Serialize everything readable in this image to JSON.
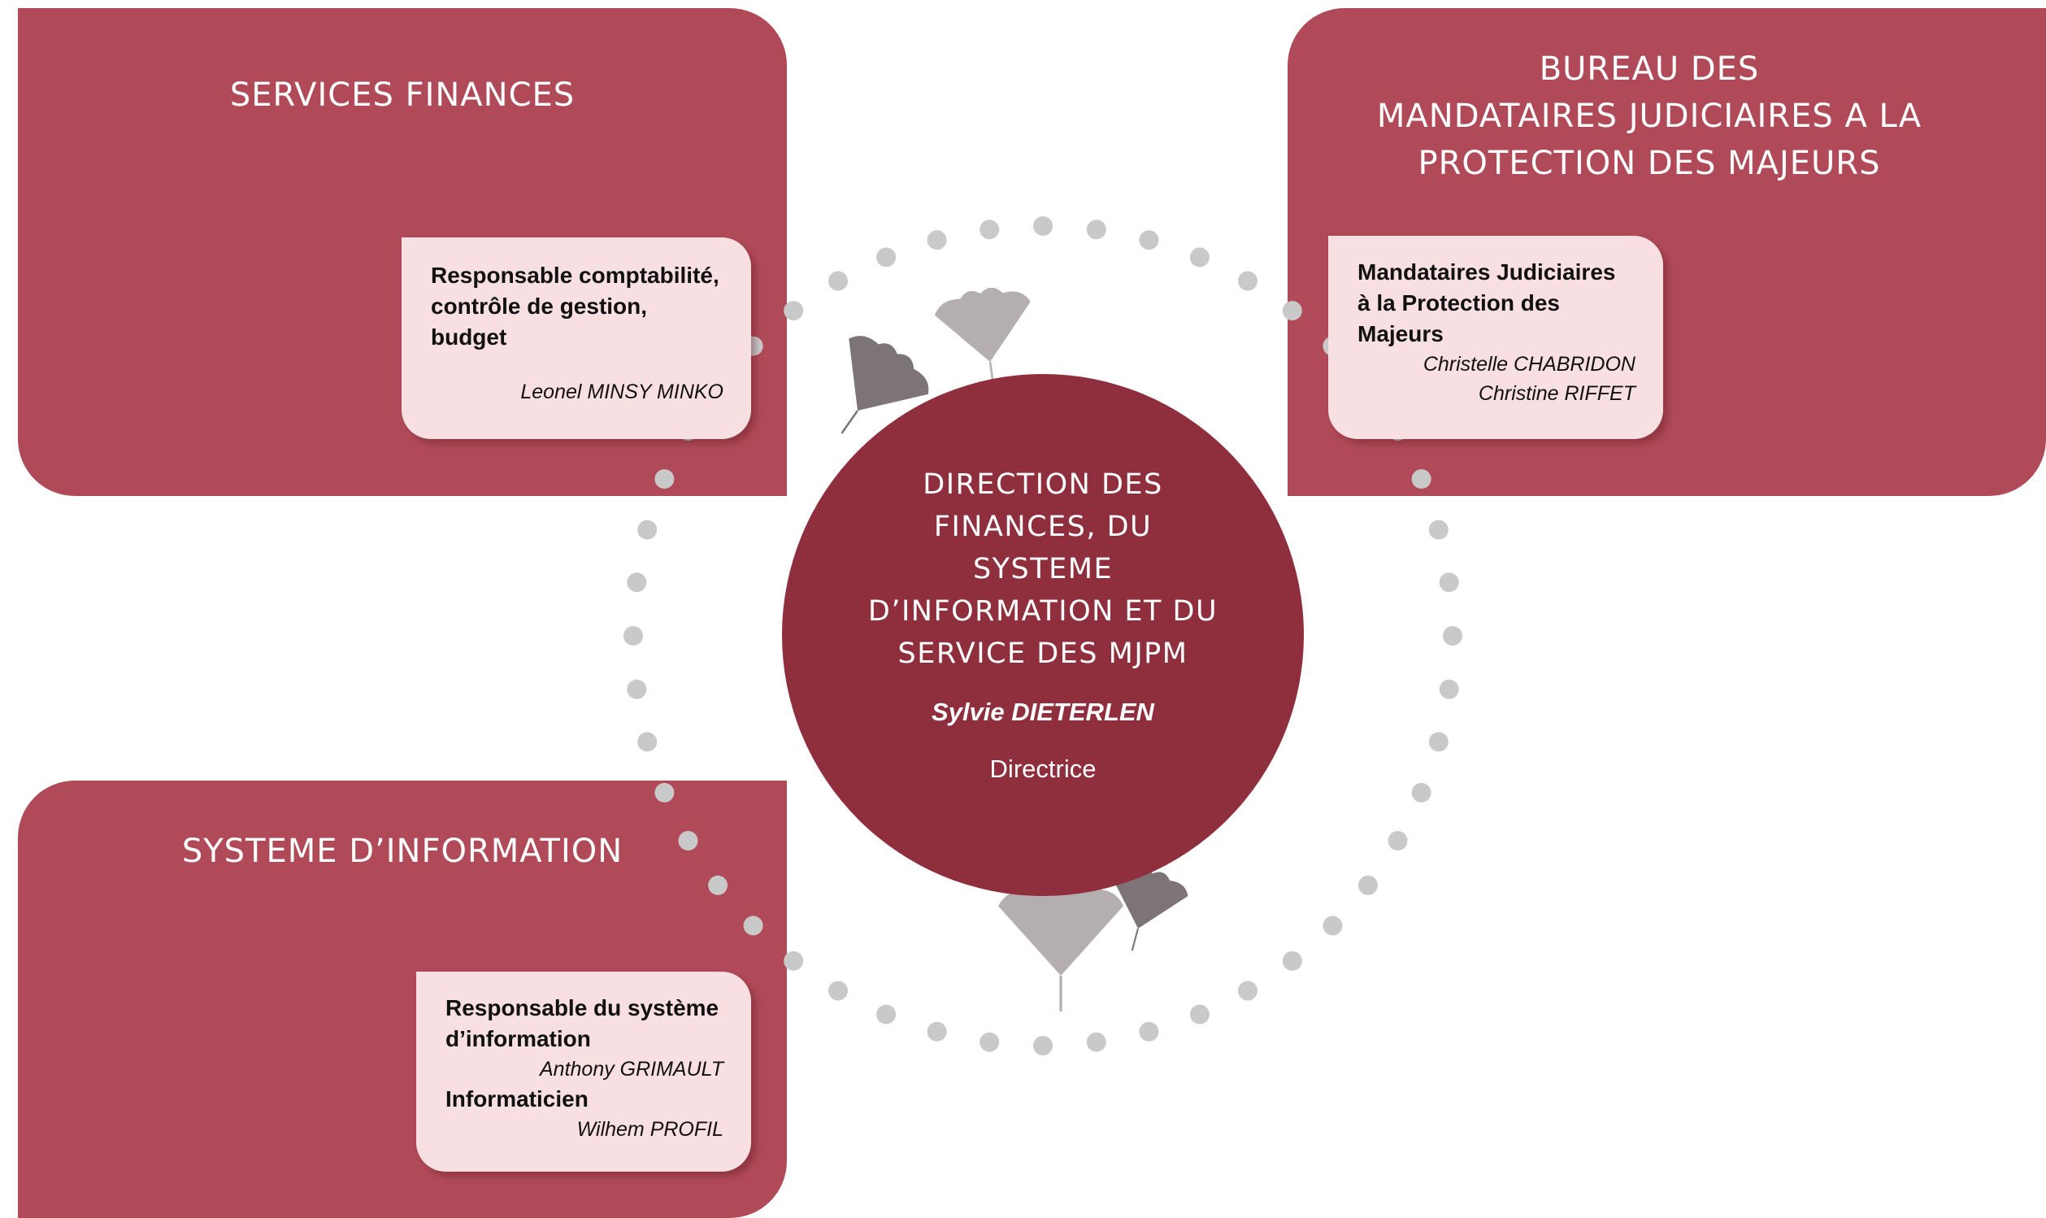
{
  "colors": {
    "panel": "#b04a58",
    "center_circle": "#8f2f3e",
    "card": "#f8dfe2",
    "dots": "#c9c9c9",
    "leaf_dark": "#7d7477",
    "leaf_light": "#b5aeb0"
  },
  "center": {
    "title": "DIRECTION DES\nFINANCES, DU\nSYSTEME\nD’INFORMATION ET DU\nSERVICE DES MJPM",
    "name": "Sylvie DIETERLEN",
    "role": "Directrice"
  },
  "finances": {
    "title": "SERVICES FINANCES",
    "card": {
      "role": "Responsable comptabilité,\ncontrôle de gestion,\nbudget",
      "person": "Leonel MINSY MINKO"
    }
  },
  "mjpm": {
    "title": "BUREAU DES\nMANDATAIRES JUDICIAIRES A LA\nPROTECTION DES MAJEURS",
    "card": {
      "role": "Mandataires Judiciaires\nà la Protection des\nMajeurs",
      "persons": [
        "Christelle CHABRIDON",
        "Christine RIFFET"
      ]
    }
  },
  "si": {
    "title": "SYSTEME D’INFORMATION",
    "card": {
      "role1": "Responsable du système\nd’information",
      "person1": "Anthony GRIMAULT",
      "role2": "Informaticien",
      "person2": "Wilhem PROFIL"
    }
  }
}
